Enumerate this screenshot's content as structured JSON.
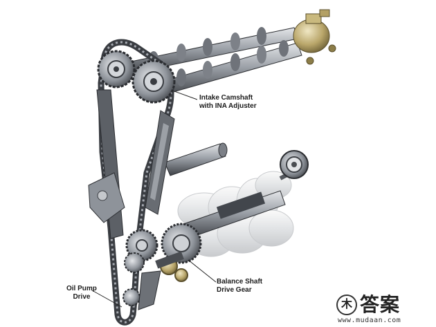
{
  "callouts": {
    "intake_line1": "Intake Camshaft",
    "intake_line2": "with INA Adjuster",
    "balance_line1": "Balance Shaft",
    "balance_line2": "Drive Gear",
    "oilpump_line1": "Oil Pump",
    "oilpump_line2": "Drive"
  },
  "watermark": {
    "logo_glyph": "木",
    "text": "答案",
    "url": "www.mudaan.com"
  },
  "colors": {
    "chain": "#3c3f44",
    "chain_light": "#8d9199",
    "metal_dark": "#4a4d52",
    "metal_mid": "#9ea3aa",
    "metal_light": "#d9dce0",
    "ghost_shaft": "#e6e8ea",
    "brass": "#b9a66a"
  }
}
